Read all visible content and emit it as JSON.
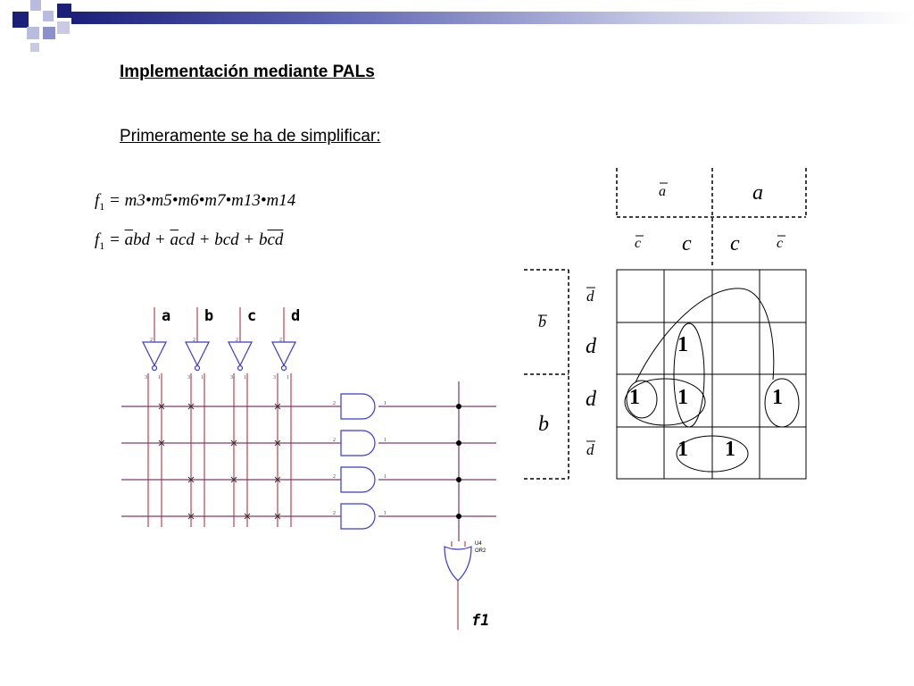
{
  "header": {
    "title": "Implementación mediante PALs",
    "subtitle": "Primeramente se ha de simplificar:"
  },
  "equations": {
    "f1_minterms": {
      "lhs": "f",
      "sub": "1",
      "rhs": "= m3•m5•m6•m7•m13•m14"
    },
    "f1_simplified": {
      "lhs": "f",
      "sub": "1",
      "terms": [
        {
          "prefix": "= ",
          "over": "a",
          "plain": "bd"
        },
        {
          "prefix": " + ",
          "over": "a",
          "plain": "cd"
        },
        {
          "prefix": " + ",
          "over": "",
          "plain": "bcd"
        },
        {
          "prefix": " + ",
          "over": "",
          "plain": "bcd",
          "over_part": "cd",
          "first": "b"
        }
      ]
    }
  },
  "circuit": {
    "inputs": [
      "a",
      "b",
      "c",
      "d"
    ],
    "gate_label": "U4",
    "gate_type": "OR2",
    "output": "f1",
    "pin_labels": {
      "inv_top": "2",
      "inv_bottom": "1",
      "and_in": "2",
      "and_out": "1"
    },
    "colors": {
      "wire_red": "#b5474f",
      "wire_blue": "#3a3ad0",
      "line_purple": "#7a3a6e"
    }
  },
  "kmap": {
    "top_headers": {
      "left": "a",
      "right": "a"
    },
    "col_headers": [
      "c",
      "c",
      "c",
      "c"
    ],
    "left_headers": {
      "top": "b",
      "bottom": "b"
    },
    "row_headers": [
      "d",
      "d",
      "d",
      "d"
    ],
    "cells": [
      [
        "",
        "",
        "",
        ""
      ],
      [
        "",
        "1",
        "",
        ""
      ],
      [
        "1",
        "1",
        "",
        "1"
      ],
      [
        "",
        "1",
        "1",
        ""
      ]
    ]
  }
}
